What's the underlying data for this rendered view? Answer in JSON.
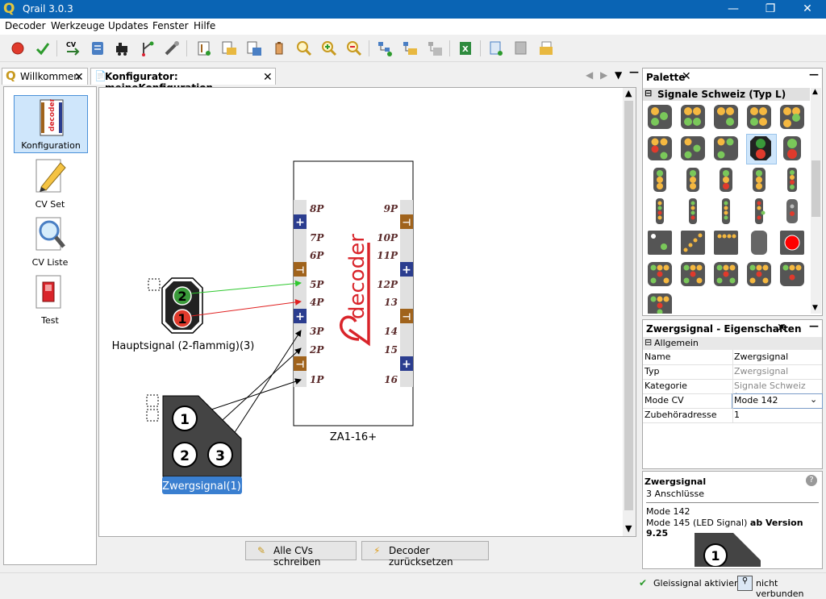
{
  "window": {
    "title": "Qrail 3.0.3",
    "min": "—",
    "max": "❐",
    "close": "✕"
  },
  "menu": [
    "Decoder",
    "Werkzeuge",
    "Updates",
    "Fenster",
    "Hilfe"
  ],
  "tabs": {
    "left": {
      "label": "Willkommen"
    },
    "main": {
      "label": "Konfigurator: meineKonfiguration"
    }
  },
  "nav": [
    {
      "label": "Konfiguration"
    },
    {
      "label": "CV Set"
    },
    {
      "label": "CV Liste"
    },
    {
      "label": "Test"
    }
  ],
  "diagram": {
    "decoder_name": "ZA1-16+",
    "brand_text": "decoder",
    "pins_left": [
      "8P",
      "",
      "7P",
      "6P",
      "",
      "5P",
      "4P",
      "",
      "3P",
      "2P",
      "",
      "1P"
    ],
    "pins_right": [
      "9P",
      "",
      "10P",
      "11P",
      "",
      "12P",
      "13",
      "",
      "14",
      "15",
      "",
      "16"
    ],
    "signal1": {
      "label": "Hauptsignal (2-flammig)(3)",
      "lamps": [
        "2",
        "1"
      ]
    },
    "signal2": {
      "label": "Zwergsignal(1)",
      "lamps": [
        "1",
        "2",
        "3"
      ]
    }
  },
  "buttons": {
    "write_all": "Alle CVs schreiben",
    "reset": "Decoder zurücksetzen"
  },
  "palette": {
    "title": "Palette",
    "section": "Signale Schweiz (Typ L)"
  },
  "properties": {
    "title": "Zwergsignal - Eigenschaften",
    "section": "Allgemein",
    "rows": [
      {
        "key": "Name",
        "value": "Zwergsignal",
        "gray": false
      },
      {
        "key": "Typ",
        "value": "Zwergsignal",
        "gray": true
      },
      {
        "key": "Kategorie",
        "value": "Signale Schweiz (s...",
        "gray": true
      },
      {
        "key": "Mode CV",
        "value": "Mode 142",
        "gray": false
      },
      {
        "key": "Zubehöradresse",
        "value": "1",
        "gray": false
      }
    ]
  },
  "info": {
    "title": "Zwergsignal",
    "subtitle": "3 Anschlüsse",
    "line1": "Mode 142",
    "line2_prefix": "Mode 145 (LED Signal)",
    "line2_bold": "ab Version 9.25",
    "preview_lamp": "1"
  },
  "status": {
    "track": "Gleissignal aktiviert",
    "conn": "nicht verbunden"
  },
  "colors": {
    "titlebar": "#0a64b4",
    "selection": "#cfe6fb",
    "brand_red": "#d9242a",
    "pin_brown": "#a0631c",
    "pin_blue": "#2b3d8f"
  }
}
